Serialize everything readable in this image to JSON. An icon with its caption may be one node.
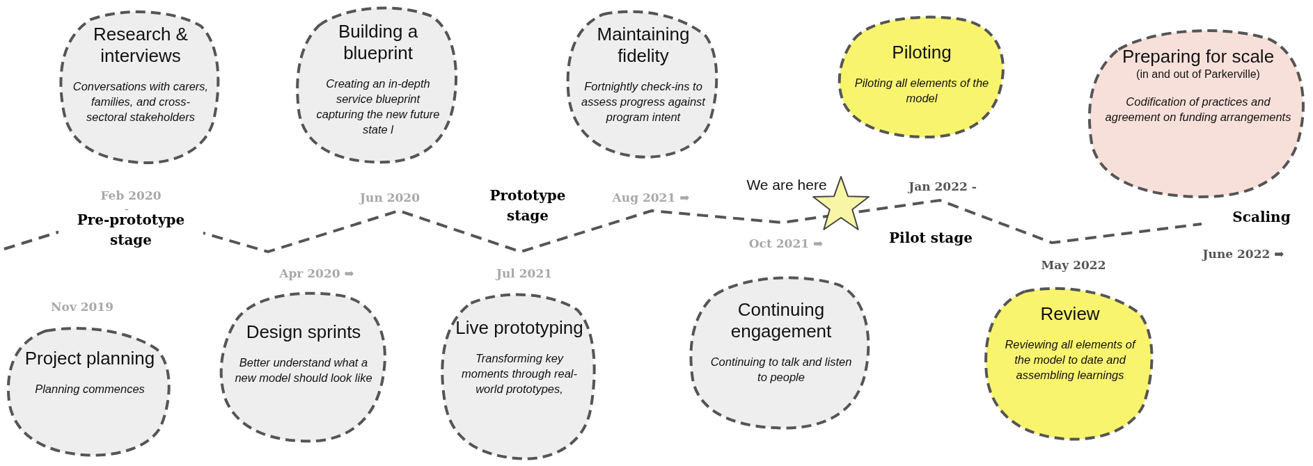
{
  "diagram": {
    "nodes": [
      {
        "text": [
          "Research & interviews",
          "Conversations with carers, families, and cross-sectoral stakeholders"
        ]
      },
      {
        "text": [
          "Building a blueprint",
          "Creating an in-depth service blueprint capturing the new future state l"
        ]
      },
      {
        "text": [
          "Maintaining fidelity",
          "Fortnightly check-ins to assess progress against program intent"
        ]
      },
      {
        "text": [
          "Piloting",
          "Piloting all elements of the model"
        ]
      },
      {
        "text": [
          "Preparing for scale",
          "(in and out of Parkerville)",
          "Codification of practices and agreement on funding arrangements"
        ]
      },
      {
        "text": [
          "Project planning",
          "Planning commences"
        ]
      },
      {
        "text": [
          "Design sprints",
          "Better understand what a new model should look like"
        ]
      },
      {
        "text": [
          "Live prototyping",
          "Transforming  key moments through real-world prototypes,"
        ]
      },
      {
        "text": [
          "Continuing engagement",
          "Continuing to talk and listen to people"
        ]
      },
      {
        "text": [
          "Review",
          "Reviewing all elements of the model to date and assembling learnings"
        ]
      }
    ],
    "edges": [],
    "labels": [
      "Feb 2020",
      "Jun 2020",
      "Prototype stage",
      "Aug 2021 ➡",
      "Jan 2022 -",
      "We are here",
      "Pre-prototype stage",
      "Oct 2021 ➡",
      "Pilot stage",
      "Scaling",
      "June 2022 ➡",
      "Apr 2020 ➡",
      "Jul 2021",
      "May 2022",
      "Nov 2019"
    ]
  }
}
